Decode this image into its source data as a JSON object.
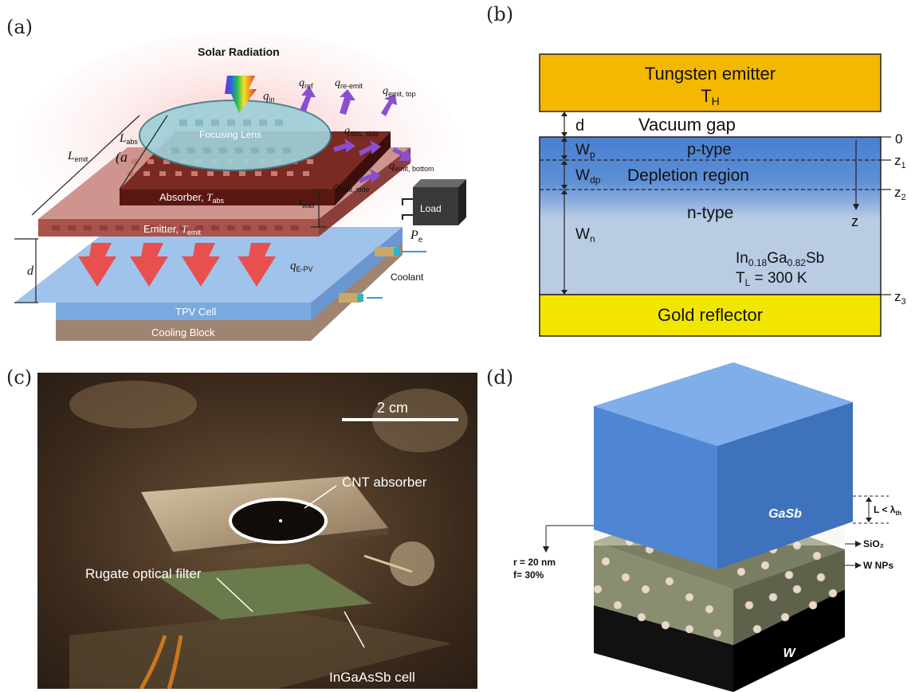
{
  "panels": {
    "a": {
      "label": "(a)",
      "title": "Solar Radiation",
      "lens": "Focusing Lens",
      "absorber": "Absorber, ",
      "absorber_t": "T",
      "absorber_sub": "abs",
      "emitter": "Emitter, ",
      "emitter_t": "T",
      "emitter_sub": "emit",
      "load": "Load",
      "tpv": "TPV Cell",
      "cooling": "Cooling Block",
      "coolant": "Coolant",
      "pe": "P",
      "pe_sub": "e",
      "d": "d",
      "inner_a": "(a",
      "L_emit": "L",
      "L_emit_sub": "emit",
      "L_abs": "L",
      "L_abs_sub": "abs",
      "t_wall": "t",
      "t_wall_sub": "wall",
      "q": "q",
      "q_in": "in",
      "q_ref": "ref",
      "q_reemit": "re-emit",
      "q_emit_top": "emit, top",
      "q_abs_side": "abs, side",
      "q_emit_bottom": "emit, bottom",
      "q_emit_side": "emit, side",
      "q_epv": "E-PV"
    },
    "b": {
      "label": "(b)",
      "tungsten": "Tungsten emitter",
      "th": "T",
      "th_sub": "H",
      "d": "d",
      "vacuum": "Vacuum gap",
      "ptype": "p-type",
      "depletion": "Depletion region",
      "ntype": "n-type",
      "wp": "W",
      "wp_sub": "p",
      "wdp": "W",
      "wdp_sub": "dp",
      "wn": "W",
      "wn_sub": "n",
      "z": "z",
      "zero": "0",
      "z1": "1",
      "z2": "2",
      "z3": "3",
      "material_in": "In",
      "material_in_sub": "0.18",
      "material_ga": "Ga",
      "material_ga_sub": "0.82",
      "material_sb": "Sb",
      "tl": "T",
      "tl_sub": "L",
      "tl_val": " = 300 K",
      "gold": "Gold reflector"
    },
    "c": {
      "label": "(c)",
      "scale": "2 cm",
      "cnt": "CNT absorber",
      "rugate": "Rugate optical filter",
      "cell": "InGaAsSb cell"
    },
    "d": {
      "label": "(d)",
      "gasb": "GaSb",
      "w": "W",
      "lgap": "L < λ",
      "lgap_sub": "th",
      "sio2": "SiO₂",
      "wnps": "W NPs",
      "r": "r = 20 nm",
      "f": "f= 30%"
    }
  },
  "colors": {
    "tungsten": "#f5b800",
    "gold": "#f2e600",
    "ptype": "#4a7fcf",
    "ntype": "#b9cce4",
    "gasb": "#5b8fd8",
    "tpv": "#8fb8e8",
    "emitter": "#b86a63"
  }
}
